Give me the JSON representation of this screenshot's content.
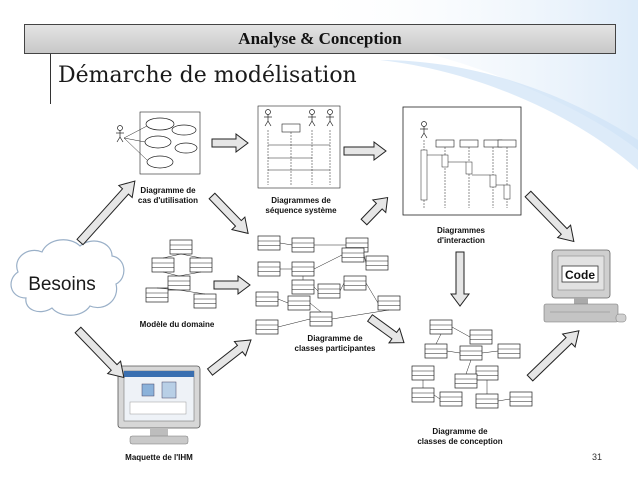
{
  "header": {
    "title": "Analyse & Conception"
  },
  "page_title": "Démarche de modélisation",
  "nodes": {
    "besoins": "Besoins",
    "use_case": [
      "Diagramme de",
      "cas d'utilisation"
    ],
    "sequence_system": [
      "Diagrammes de",
      "séquence système"
    ],
    "interaction": [
      "Diagrammes",
      "d'interaction"
    ],
    "domain_model": "Modèle du domaine",
    "participating_classes": [
      "Diagramme de",
      "classes participantes"
    ],
    "ihm_mockup": "Maquette de l'IHM",
    "design_classes": [
      "Diagramme de",
      "classes de conception"
    ],
    "code": "Code"
  },
  "slide_number": "31",
  "colors": {
    "header_bg": "#d6d6d6",
    "arrow_fill": "#e6e6e6",
    "arrow_stroke": "#222222",
    "background_accent": "#d4e6f7"
  }
}
